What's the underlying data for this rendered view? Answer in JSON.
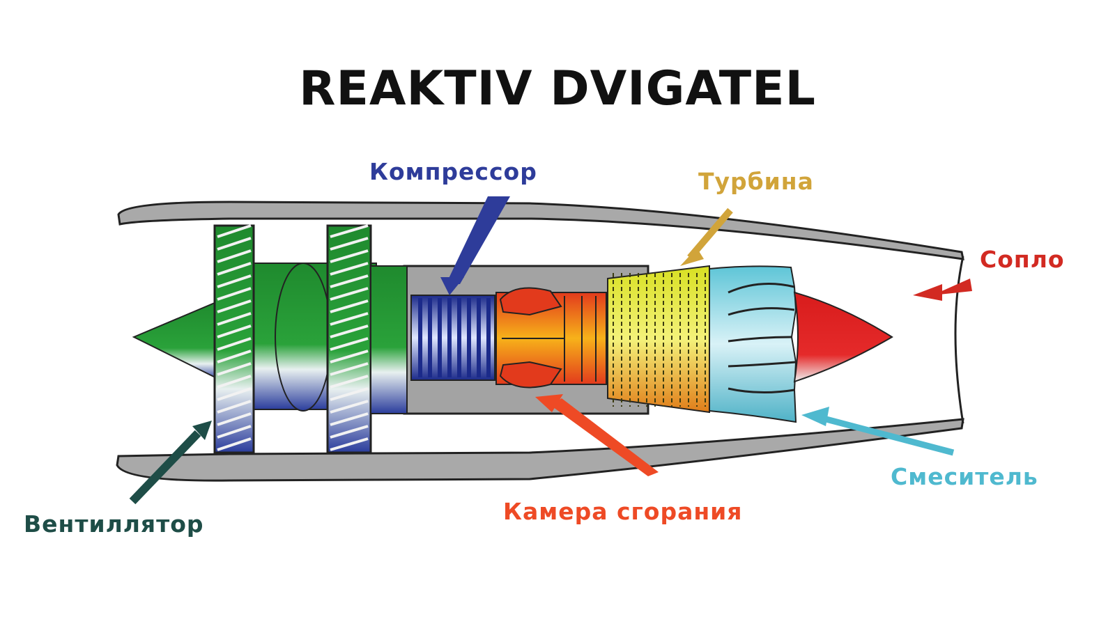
{
  "title": "REAKTIV DVIGATEL",
  "labels": {
    "compressor": "Компрессор",
    "turbine": "Турбина",
    "nozzle": "Сопло",
    "mixer": "Смеситель",
    "combustion_chamber": "Камера сгорания",
    "fan": "Вентиллятор"
  },
  "colors": {
    "compressor": "#2e3c9a",
    "turbine": "#d1a43a",
    "nozzle": "#d22a22",
    "mixer": "#4fb9cf",
    "combustion_chamber": "#ee4a25",
    "fan": "#1e4d47",
    "fan_blades": "#2a8c38",
    "casing": "#9a9a9a"
  }
}
